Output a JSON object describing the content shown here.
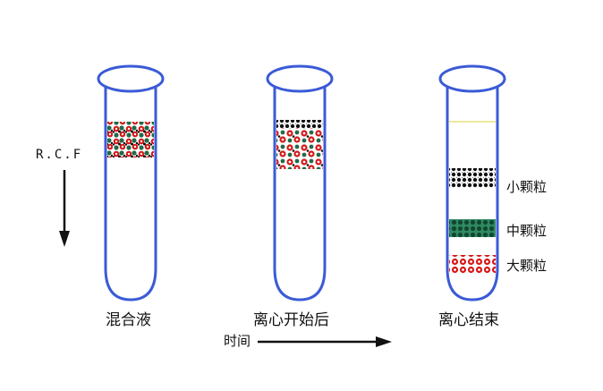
{
  "tubes": [
    {
      "label": "混合液"
    },
    {
      "label": "离心开始后"
    },
    {
      "label": "离心结束"
    }
  ],
  "bands": {
    "small": {
      "label": "小颗粒"
    },
    "medium": {
      "label": "中颗粒"
    },
    "large": {
      "label": "大颗粒"
    }
  },
  "rcf_label": "R.C.F",
  "time_label": "时间",
  "colors": {
    "tube_outline": "#3b5bd6",
    "small_particles": "#111111",
    "medium_particles": "#1f6b4a",
    "large_particles": "#d41818"
  }
}
